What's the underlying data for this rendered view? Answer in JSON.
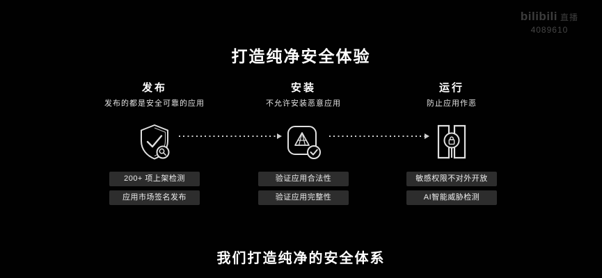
{
  "watermark": {
    "logo": "bilibili",
    "logo_suffix": "直播",
    "room_id": "4089610"
  },
  "title": "打造纯净安全体验",
  "columns": [
    {
      "heading": "发布",
      "subtitle": "发布的都是安全可靠的应用",
      "icon": "shield-check-search-icon",
      "tags": [
        "200+ 项上架检测",
        "应用市场签名发布"
      ]
    },
    {
      "heading": "安装",
      "subtitle": "不允许安装恶意应用",
      "icon": "appstore-verified-icon",
      "tags": [
        "验证应用合法性",
        "验证应用完整性"
      ]
    },
    {
      "heading": "运行",
      "subtitle": "防止应用作恶",
      "icon": "sandbox-lock-icon",
      "tags": [
        "敏感权限不对外开放",
        "AI智能威胁检测"
      ]
    }
  ],
  "footer": "我们打造纯净的安全体系",
  "colors": {
    "background": "#010101",
    "text": "#ffffff",
    "tag_background": "#2d2d2d",
    "icon_stroke": "#e0e0e0",
    "watermark": "#3d3d3d"
  }
}
